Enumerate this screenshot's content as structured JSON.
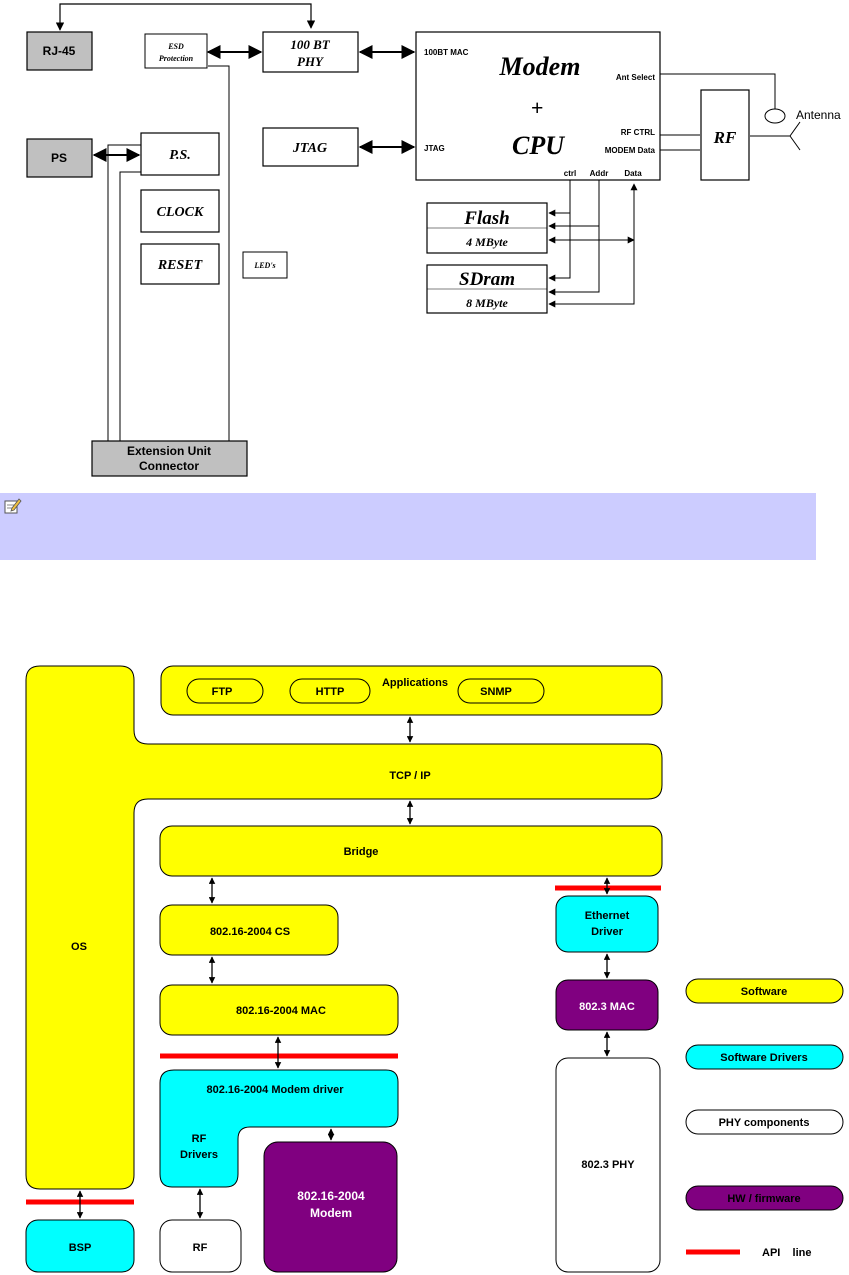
{
  "hardware": {
    "rj45": "RJ-45",
    "esd_line1": "ESD",
    "esd_line2": "Protection",
    "phy_line1": "100 BT",
    "phy_line2": "PHY",
    "ps_gray": "PS",
    "ps_box": "P.S.",
    "clock": "CLOCK",
    "reset": "RESET",
    "leds": "LED's",
    "jtag_box": "JTAG",
    "cpu_mac_port": "100BT MAC",
    "cpu_modem": "Modem",
    "cpu_plus": "+",
    "cpu_cpu": "CPU",
    "cpu_ant_select": "Ant Select",
    "cpu_rf_ctrl": "RF CTRL",
    "cpu_modem_data": "MODEM  Data",
    "cpu_jtag_port": "JTAG",
    "cpu_ctrl": "ctrl",
    "cpu_addr": "Addr",
    "cpu_data": "Data",
    "rf": "RF",
    "antenna": "Antenna",
    "flash": "Flash",
    "flash_size": "4 MByte",
    "sdram": "SDram",
    "sdram_size": "8 MByte",
    "ext_line1": "Extension Unit",
    "ext_line2": "Connector"
  },
  "software": {
    "applications": "Applications",
    "ftp": "FTP",
    "http": "HTTP",
    "snmp": "SNMP",
    "tcpip": "TCP / IP",
    "bridge": "Bridge",
    "os": "OS",
    "bsp": "BSP",
    "cs": "802.16-2004 CS",
    "mac": "802.16-2004 MAC",
    "modem_driver": "802.16-2004 Modem driver",
    "rf_drivers_line1": "RF",
    "rf_drivers_line2": "Drivers",
    "modem_line1": "802.16-2004",
    "modem_line2": "Modem",
    "rf": "RF",
    "eth_driver_line1": "Ethernet",
    "eth_driver_line2": "Driver",
    "eth_mac": "802.3 MAC",
    "eth_phy": "802.3 PHY"
  },
  "legend": {
    "software": "Software",
    "software_drivers": "Software Drivers",
    "phy_components": "PHY components",
    "hw_firmware": "HW / firmware",
    "api_line": "API    line"
  },
  "colors": {
    "software": "#ffff00",
    "drivers": "#00ffff",
    "phy": "#ffffff",
    "hw": "#800080",
    "api": "#ff0000",
    "gray_box": "#c0c0c0",
    "note": "#ccccff"
  }
}
